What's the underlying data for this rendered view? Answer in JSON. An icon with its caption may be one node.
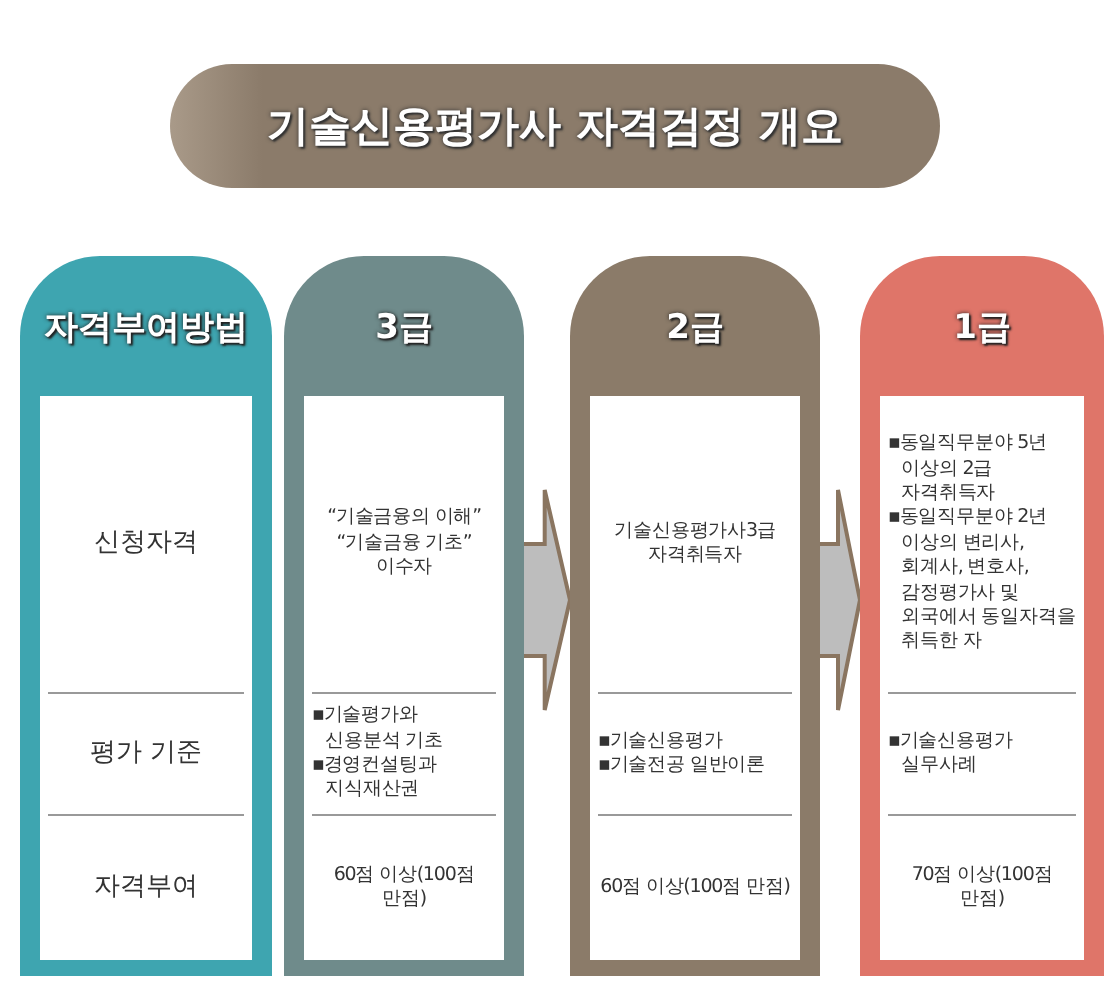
{
  "diagram": {
    "title": "기술신용평가사 자격검정 개요",
    "nodes": [
      {
        "text": [
          "자격부여방법"
        ]
      },
      {
        "text": [
          "신청자격"
        ],
        "in": 0
      },
      {
        "text": [
          "평가 기준"
        ],
        "in": 0
      },
      {
        "text": [
          "자격부여"
        ],
        "in": 0
      },
      {
        "text": [
          "3급"
        ]
      },
      {
        "text": [
          "“기술금융의 이해”",
          "“기술금융 기초”",
          "이수자"
        ],
        "in": 4
      },
      {
        "text": [
          "▪기술평가와 신용분석 기초",
          "▪경영컨설팅과 지식재산권"
        ],
        "in": 4
      },
      {
        "text": [
          "60점 이상(100점 만점)"
        ],
        "in": 4
      },
      {
        "text": [
          "2급"
        ]
      },
      {
        "text": [
          "기술신용평가사3급 자격취득자"
        ],
        "in": 8
      },
      {
        "text": [
          "▪기술신용평가",
          "▪기술전공 일반이론"
        ],
        "in": 8
      },
      {
        "text": [
          "60점 이상(100점 만점)"
        ],
        "in": 8
      },
      {
        "text": [
          "1급"
        ]
      },
      {
        "text": [
          "▪동일직무분야 5년 이상의 2급 자격취득자",
          "▪동일직무분야 2년 이상의 변리사, 회계사, 변호사, 감정평가사 및 외국에서 동일자격을 취득한 자"
        ],
        "in": 12
      },
      {
        "text": [
          "▪기술신용평가 실무사례"
        ],
        "in": 12
      },
      {
        "text": [
          "70점 이상(100점 만점)"
        ],
        "in": 12
      }
    ],
    "edges": [
      {
        "from": 4,
        "to": 8,
        "arrow": "to"
      },
      {
        "from": 8,
        "to": 12,
        "arrow": "to"
      }
    ]
  }
}
